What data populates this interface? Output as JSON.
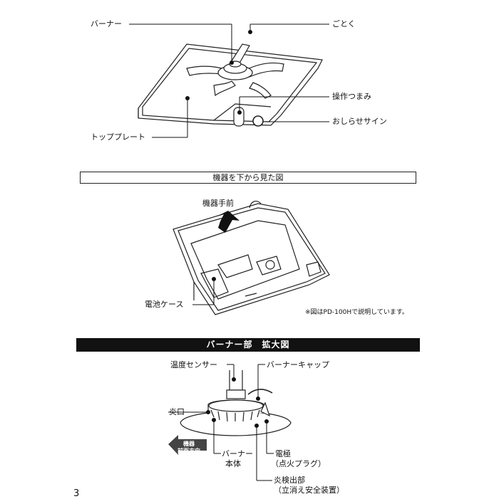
{
  "top_diagram": {
    "burner_label": "バーナー",
    "gotoku_label": "ごとく",
    "knob_label": "操作つまみ",
    "sign_label": "おしらせサイン",
    "top_plate_label": "トッププレート"
  },
  "bottom_view": {
    "section_title": "機器を下から見た図",
    "front_label": "機器手前",
    "battery_case_label": "電池ケース",
    "note": "※図はPD-100Hで説明しています。"
  },
  "burner_detail": {
    "section_title": "バーナー部　拡大図",
    "temp_sensor_label": "温度センサー",
    "burner_cap_label": "バーナーキャップ",
    "flame_port_label": "炎口",
    "front_direction_label_line1": "機器",
    "front_direction_label_line2": "前面方向",
    "burner_body_line1": "バーナー",
    "burner_body_line2": "本体",
    "electrode_line1": "電極",
    "electrode_line2": "（点火プラグ）",
    "flame_detector_line1": "炎検出部",
    "flame_detector_line2": "（立消え安全装置）"
  },
  "page_number": "3"
}
